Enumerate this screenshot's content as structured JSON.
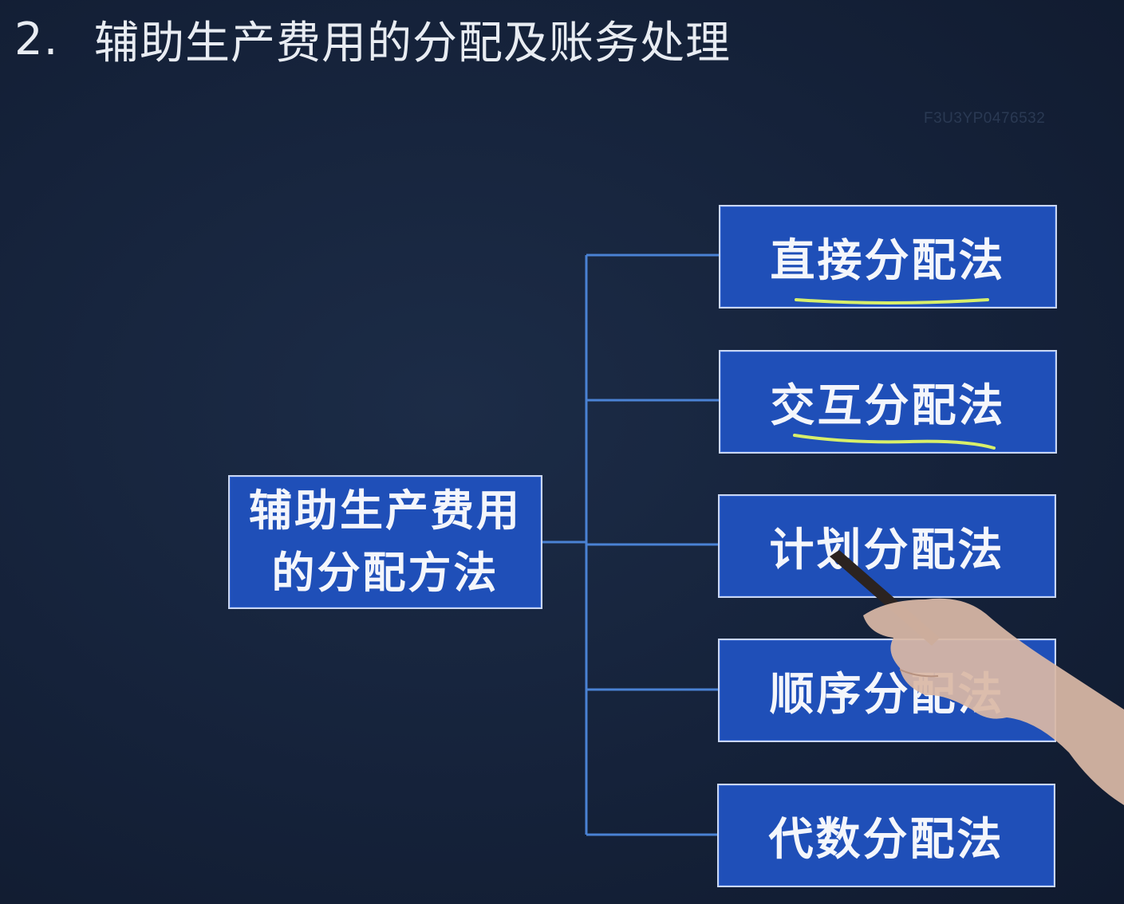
{
  "title": {
    "number": "2.",
    "text": "辅助生产费用的分配及账务处理"
  },
  "watermark": "F3U3YP0476532",
  "root": {
    "label_line1": "辅助生产费用",
    "label_line2": "的分配方法"
  },
  "methods": [
    {
      "label": "直接分配法",
      "underlined": true
    },
    {
      "label": "交互分配法",
      "underlined": true
    },
    {
      "label": "计划分配法",
      "underlined": false
    },
    {
      "label": "顺序分配法",
      "underlined": false
    },
    {
      "label": "代数分配法",
      "underlined": false
    }
  ],
  "colors": {
    "background": "#15223a",
    "box_fill": "#1f4fb8",
    "box_border": "#c9d6f2",
    "connector": "#4a82d4",
    "underline": "#d8ef6a",
    "text": "#f4f6fb"
  }
}
